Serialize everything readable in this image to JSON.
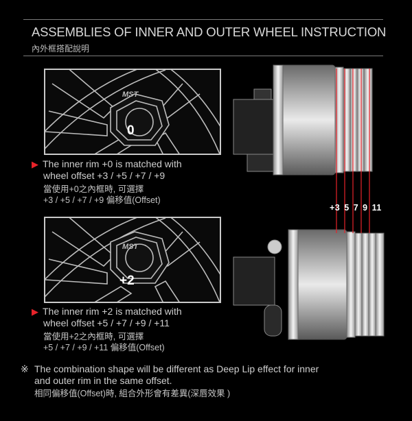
{
  "header": {
    "title": "ASSEMBLIES OF INNER AND OUTER WHEEL INSTRUCTION",
    "subtitle": "內外框搭配說明"
  },
  "panels": [
    {
      "offset_label": "0",
      "logo_text": "MST",
      "caption_en_1": "The inner rim +0 is matched with",
      "caption_en_2": "wheel offset +3 / +5 / +7 / +9",
      "caption_cn_1": "當使用+0之內框時, 可選擇",
      "caption_cn_2": "+3 / +5 / +7 / +9 偏移值(Offset)"
    },
    {
      "offset_label": "+2",
      "logo_text": "MST",
      "caption_en_1": "The inner rim +2 is matched with",
      "caption_en_2": "wheel offset +5 / +7 / +9 / +11",
      "caption_cn_1": "當使用+2之內框時, 可選擇",
      "caption_cn_2": "+5 / +7 / +9 / +11 偏移值(Offset)"
    }
  ],
  "offset_numbers": [
    "+3",
    "5",
    "7",
    "9",
    "11"
  ],
  "note": {
    "mark": "※",
    "line1": "The combination shape will be different as Deep Lip effect for inner",
    "line2": "and outer rim in the same offset.",
    "line3": "相同偏移值(Offset)時, 組合外形會有差異(深唇效果 )"
  },
  "colors": {
    "background": "#000000",
    "accent": "#e8232a",
    "text": "#cfcfcf"
  }
}
